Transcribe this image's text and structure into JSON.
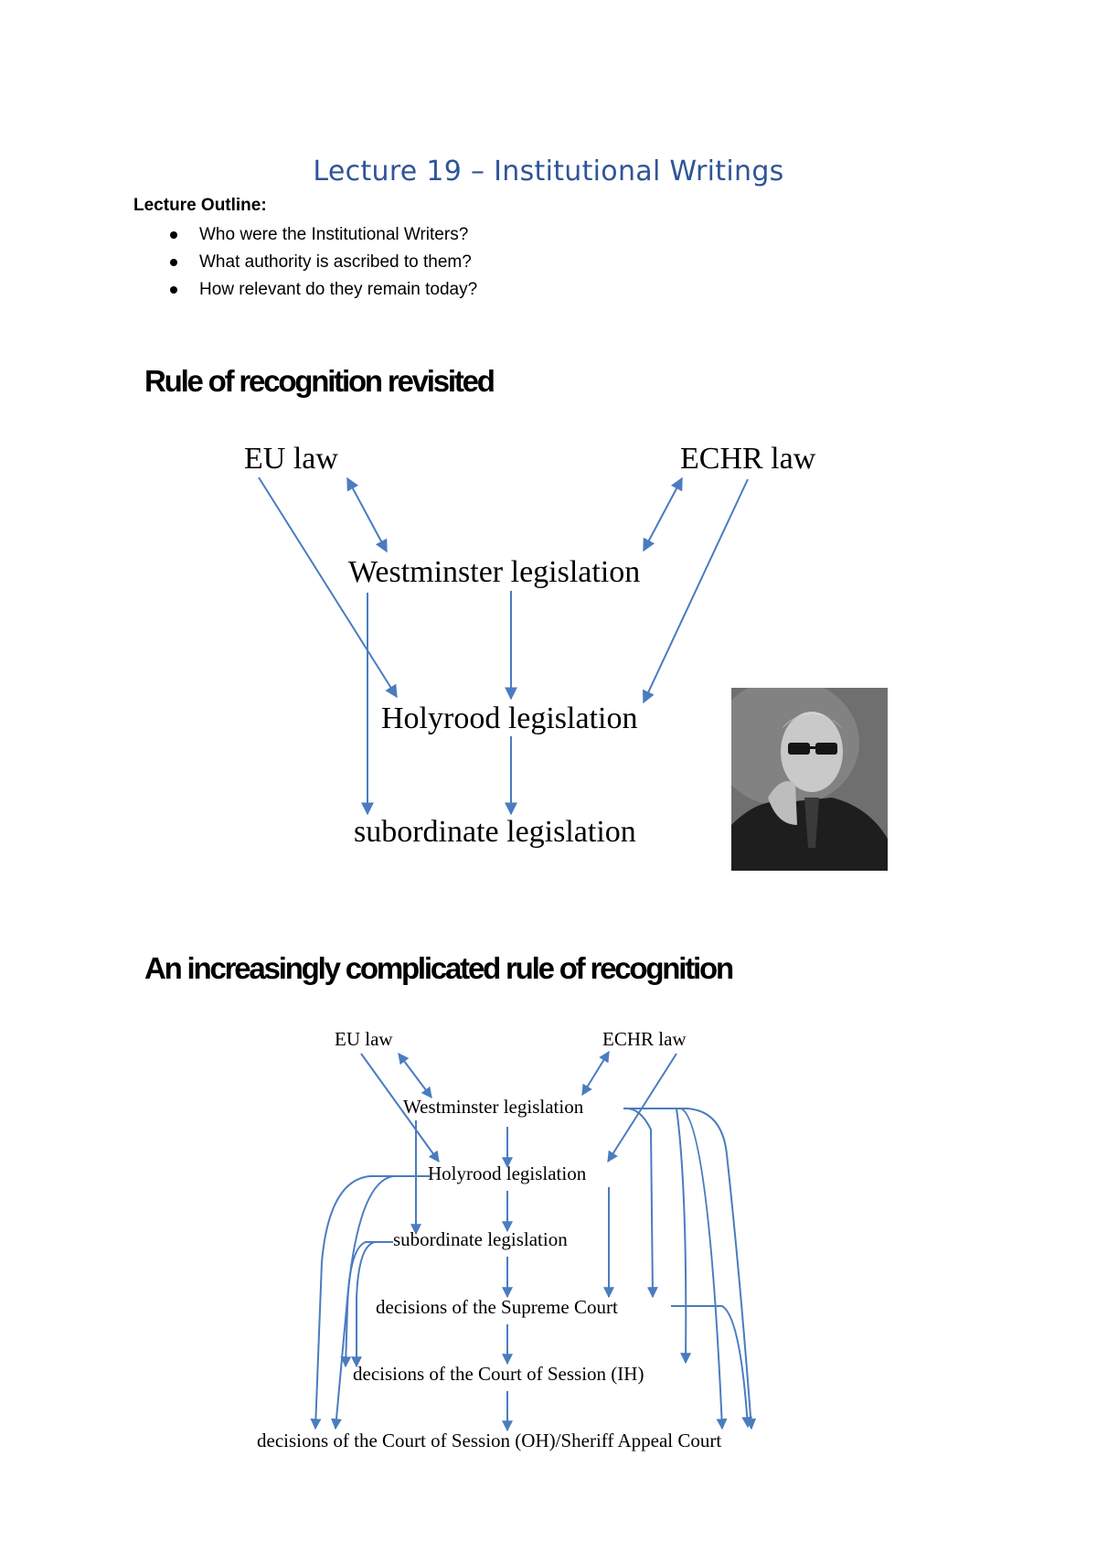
{
  "page": {
    "title": "Lecture 19 – Institutional Writings",
    "outline_label": "Lecture Outline:",
    "outline_items": [
      "Who were the Institutional Writers?",
      "What authority is ascribed to them?",
      "How relevant do they remain today?"
    ],
    "heading1": "Rule of recognition revisited",
    "heading2": "An increasingly complicated rule of recognition"
  },
  "diagram1": {
    "eu": "EU law",
    "echr": "ECHR law",
    "westminster": "Westminster legislation",
    "holyrood": "Holyrood legislation",
    "subordinate": "subordinate legislation"
  },
  "diagram2": {
    "eu": "EU law",
    "echr": "ECHR law",
    "westminster": "Westminster legislation",
    "holyrood": "Holyrood legislation",
    "subordinate": "subordinate legislation",
    "supreme": "decisions of the Supreme Court",
    "ih": "decisions of the Court of Session (IH)",
    "oh": "decisions of the Court of Session (OH)/Sheriff Appeal Court"
  },
  "colors": {
    "title": "#2f5597",
    "arrow": "#4a7cc0"
  },
  "photo": {
    "icon": "portrait-photo"
  }
}
